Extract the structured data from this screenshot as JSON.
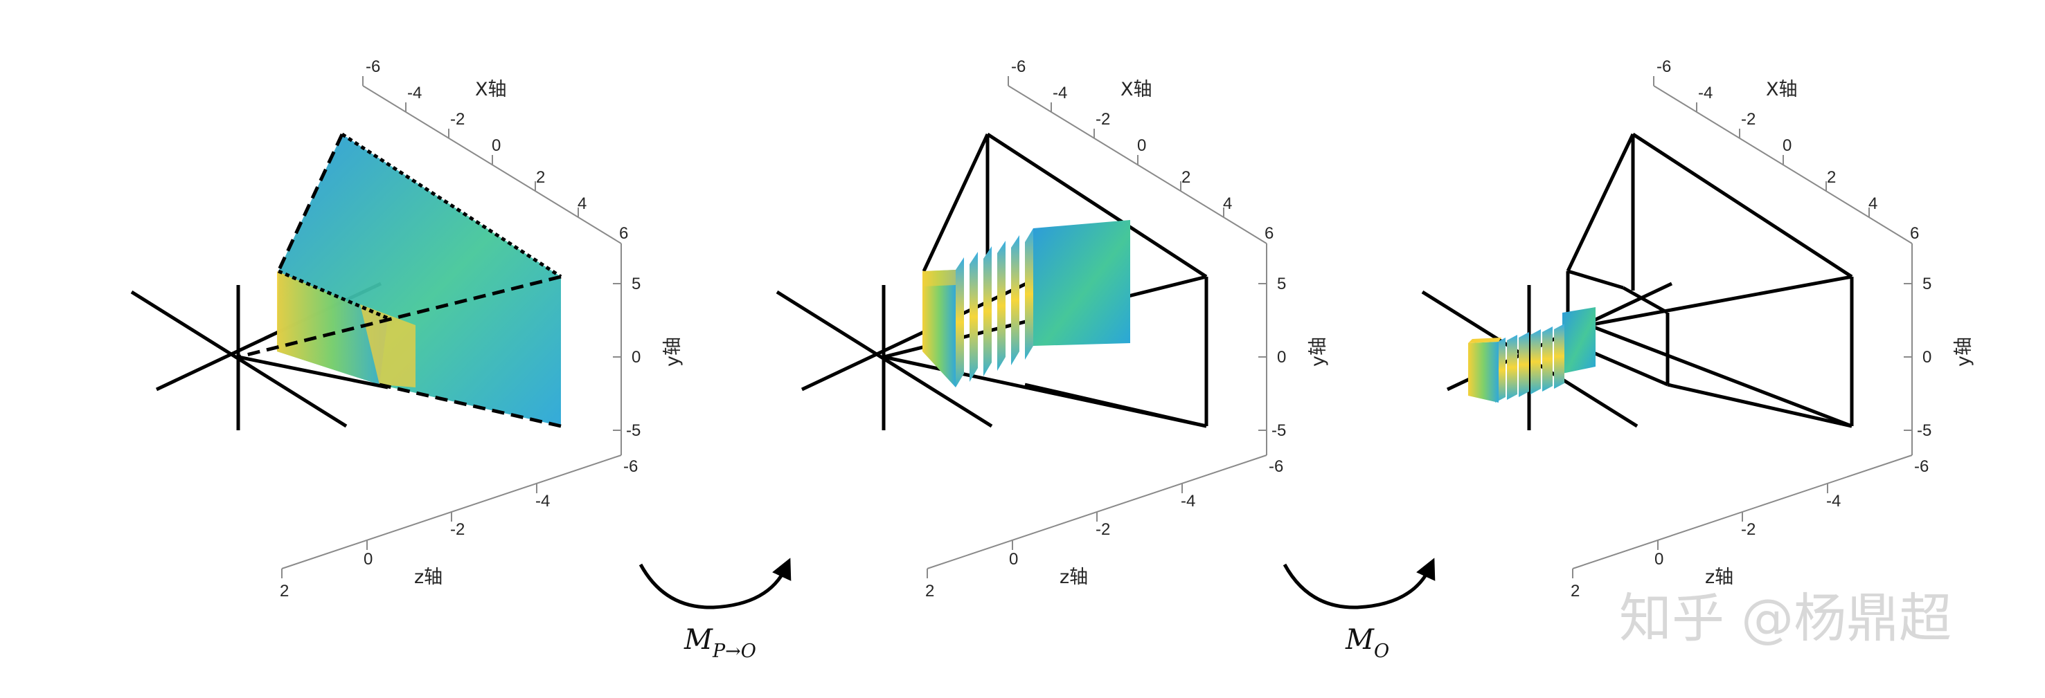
{
  "panels": [
    {
      "id": "panel-1",
      "stage": "perspective-frustum"
    },
    {
      "id": "panel-2",
      "stage": "frustum-to-box"
    },
    {
      "id": "panel-3",
      "stage": "orthographic-box"
    }
  ],
  "axes": {
    "x_label": "X轴",
    "y_label": "y轴",
    "z_label": "z轴",
    "x_ticks": [
      "-6",
      "-4",
      "-2",
      "0",
      "2",
      "4",
      "6"
    ],
    "y_ticks": [
      "5",
      "0",
      "-5"
    ],
    "z_ticks": [
      "-6",
      "-4",
      "-2",
      "0",
      "2"
    ]
  },
  "transforms": [
    {
      "symbol": "M",
      "subscript": "P→O"
    },
    {
      "symbol": "M",
      "subscript": "O"
    }
  ],
  "watermark": "知乎 @杨鼎超",
  "colors": {
    "surface_low": "#2b9bdc",
    "surface_mid": "#44c9a0",
    "surface_high": "#f8d23a",
    "lines": "#000000"
  }
}
